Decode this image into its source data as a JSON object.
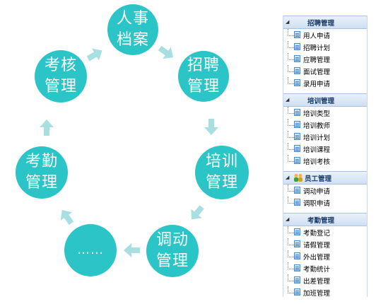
{
  "cycle": {
    "nodes": [
      {
        "id": "personnel",
        "label": "人事\n档案"
      },
      {
        "id": "recruit",
        "label": "招聘\n管理"
      },
      {
        "id": "training",
        "label": "培训\n管理"
      },
      {
        "id": "transfer",
        "label": "调动\n管理"
      },
      {
        "id": "more",
        "label": "……"
      },
      {
        "id": "attendance",
        "label": "考勤\n管理"
      },
      {
        "id": "assessment",
        "label": "考核\n管理"
      }
    ],
    "color": "#2bc5c8",
    "arrow_color": "#a8dfe0"
  },
  "menu": {
    "groups": [
      {
        "title": "招聘管理",
        "icon": "folder-icon",
        "items": [
          "用人申请",
          "招聘计划",
          "应聘管理",
          "面试管理",
          "录用申请"
        ]
      },
      {
        "title": "培训管理",
        "icon": "folder-icon",
        "items": [
          "培训类型",
          "培训教师",
          "培训计划",
          "培训课程",
          "培训考核"
        ]
      },
      {
        "title": "员工管理",
        "icon": "users-icon",
        "items": [
          "调动申请",
          "调职申请"
        ]
      },
      {
        "title": "考勤管理",
        "icon": "folder-icon",
        "items": [
          "考勤登记",
          "请假管理",
          "外出管理",
          "考勤统计",
          "出差管理",
          "加班管理"
        ]
      }
    ]
  }
}
